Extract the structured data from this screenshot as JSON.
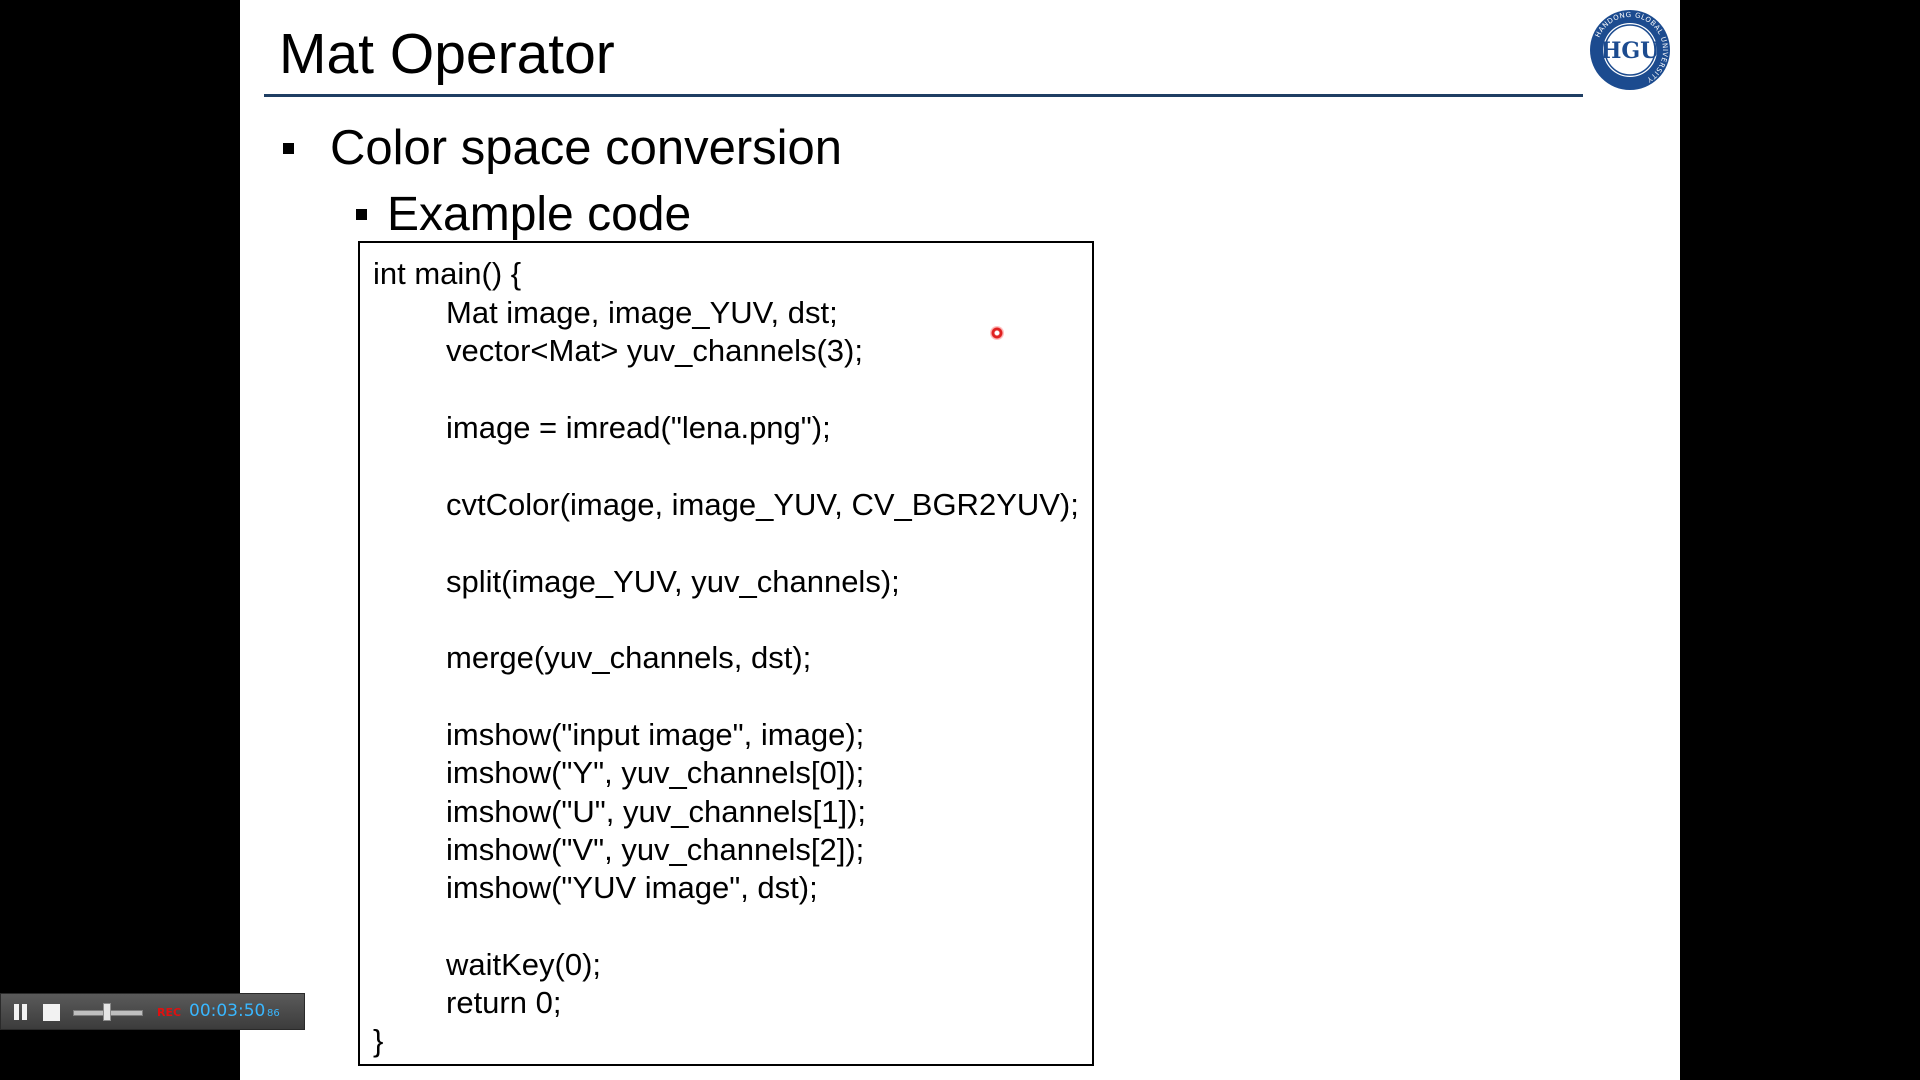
{
  "slide": {
    "title": "Mat Operator",
    "bullets": [
      "Color space conversion",
      "Example code"
    ],
    "logo": {
      "icon": "university-seal-icon",
      "initials": "HGU",
      "ring_text": "HANDONG GLOBAL UNIVERSITY",
      "color": "#1c4b8f"
    },
    "code_lines": [
      {
        "text": "int main() {",
        "indent": 0
      },
      {
        "text": "Mat image, image_YUV, dst;",
        "indent": 1
      },
      {
        "text": "vector<Mat> yuv_channels(3);",
        "indent": 1
      },
      {
        "text": "image = imread(\"lena.png\");",
        "indent": 1
      },
      {
        "text": "cvtColor(image, image_YUV, CV_BGR2YUV);",
        "indent": 1
      },
      {
        "text": "split(image_YUV, yuv_channels);",
        "indent": 1
      },
      {
        "text": "merge(yuv_channels, dst);",
        "indent": 1
      },
      {
        "text": "imshow(\"input image\", image);",
        "indent": 1
      },
      {
        "text": "imshow(\"Y\", yuv_channels[0]);",
        "indent": 1
      },
      {
        "text": "imshow(\"U\", yuv_channels[1]);",
        "indent": 1
      },
      {
        "text": "imshow(\"V\", yuv_channels[2]);",
        "indent": 1
      },
      {
        "text": "imshow(\"YUV image\", dst);",
        "indent": 1
      },
      {
        "text": "waitKey(0);",
        "indent": 1
      },
      {
        "text": "return 0;",
        "indent": 1
      },
      {
        "text": "}",
        "indent": 0
      }
    ]
  },
  "recorder": {
    "pause_icon": "pause-icon",
    "stop_icon": "stop-icon",
    "rec_label": "REC",
    "time": "00:03:50",
    "milliseconds": "86",
    "progress": 0.55,
    "time_color": "#39b7ff",
    "rec_color": "#e01010"
  },
  "pointer": {
    "icon": "laser-pointer-icon",
    "color": "#e02020"
  }
}
